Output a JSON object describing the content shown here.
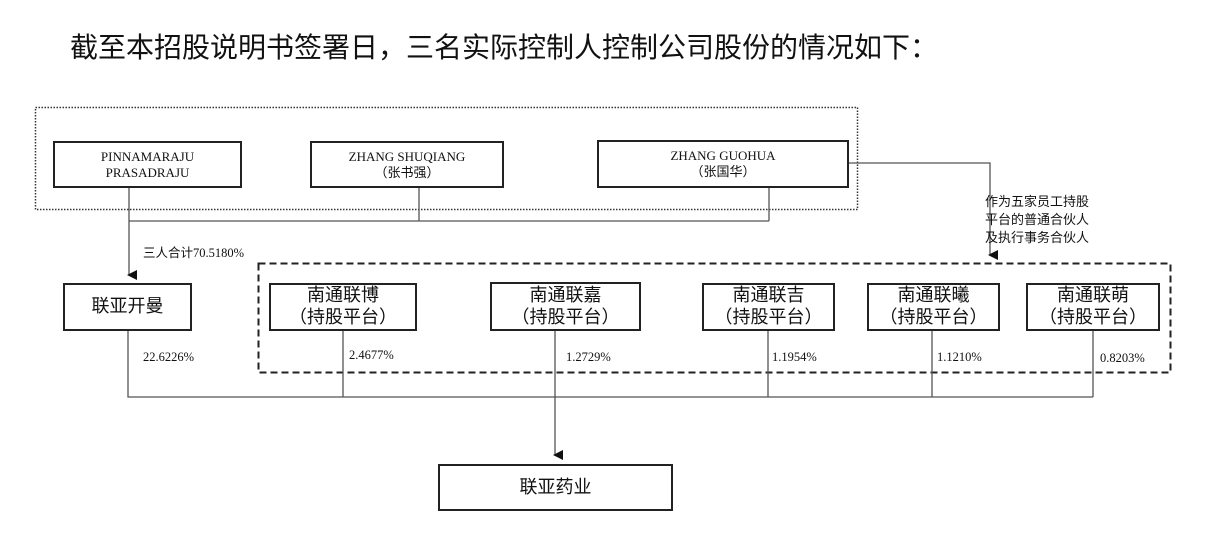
{
  "title": "截至本招股说明书签署日，三名实际控制人控制公司股份的情况如下：",
  "controllers": [
    {
      "line1": "PINNAMARAJU",
      "line2": "PRASADRAJU"
    },
    {
      "line1": "ZHANG SHUQIANG",
      "line2": "（张书强）"
    },
    {
      "line1": "ZHANG GUOHUA",
      "line2": "（张国华）"
    }
  ],
  "combined_label": "三人合计70.5180%",
  "gp_label": [
    "作为五家员工持股",
    "平台的普通合伙人",
    "及执行事务合伙人"
  ],
  "kaiman": {
    "name": "联亚开曼",
    "pct": "22.6226%"
  },
  "platforms": [
    {
      "name": "南通联博",
      "sub": "（持股平台）",
      "pct": "2.4677%"
    },
    {
      "name": "南通联嘉",
      "sub": "（持股平台）",
      "pct": "1.2729%"
    },
    {
      "name": "南通联吉",
      "sub": "（持股平台）",
      "pct": "1.1954%"
    },
    {
      "name": "南通联曦",
      "sub": "（持股平台）",
      "pct": "1.1210%"
    },
    {
      "name": "南通联萌",
      "sub": "（持股平台）",
      "pct": "0.8203%"
    }
  ],
  "company": "联亚药业"
}
